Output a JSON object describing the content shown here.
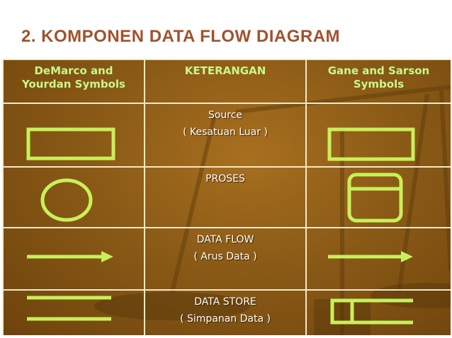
{
  "title": "2. KOMPONEN DATA FLOW DIAGRAM",
  "colors": {
    "title": "#a0522d",
    "symbol": "#c8f05a",
    "header_text": "#c8f78a",
    "table_bg": "#8a5a16",
    "grid": "#f3e9c8"
  },
  "table": {
    "headers": [
      "DeMarco and\nYourdan Symbols",
      "KETERANGAN",
      "Gane and Sarson\nSymbols"
    ],
    "rows": [
      {
        "line1": "Source",
        "line2": "( Kesatuan Luar )",
        "demarco": "rectangle",
        "gane": "rectangle"
      },
      {
        "line1": "PROSES",
        "line2": "",
        "demarco": "circle",
        "gane": "rounded-rectangle"
      },
      {
        "line1": "DATA FLOW",
        "line2": "( Arus Data )",
        "demarco": "arrow",
        "gane": "arrow"
      },
      {
        "line1": "DATA STORE",
        "line2": "( Simpanan Data )",
        "demarco": "parallel-lines",
        "gane": "open-rectangle"
      }
    ]
  }
}
